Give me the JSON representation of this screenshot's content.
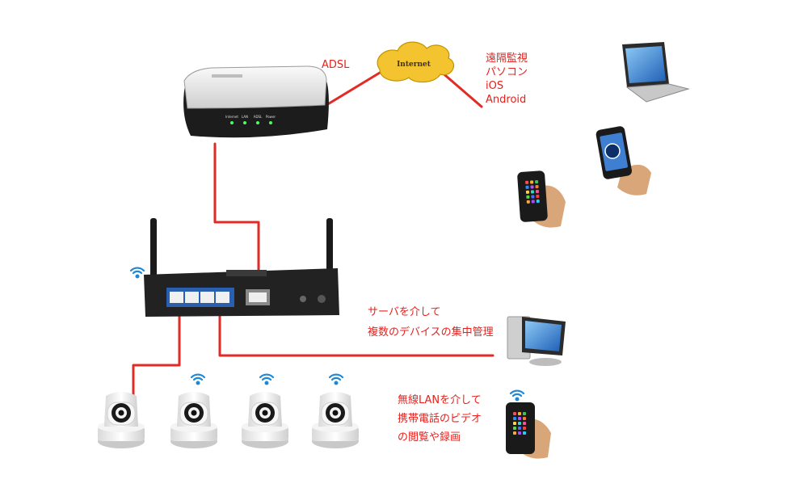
{
  "colors": {
    "cable": "#e32b25",
    "label": "#e8201c",
    "cloud": "#f4c430",
    "wifi": "#1e88d6"
  },
  "internet_cloud": {
    "label": "Internet"
  },
  "modem": {
    "connection_label": "ADSL",
    "led_labels": [
      "Internet",
      "LAN",
      "ADSL",
      "Power"
    ]
  },
  "remote_text": {
    "lines": [
      "遠隔監視",
      "パソコン",
      "iOS",
      "Android"
    ]
  },
  "server_text": {
    "lines": [
      "サーバを介して",
      "複数のデバイスの集中管理"
    ]
  },
  "wireless_text": {
    "lines": [
      "無線LANを介して",
      "携帯電話のビデオ",
      "の閲覧や録画"
    ]
  },
  "cameras": [
    {
      "connection": "wired"
    },
    {
      "connection": "wifi"
    },
    {
      "connection": "wifi"
    },
    {
      "connection": "wifi"
    }
  ]
}
